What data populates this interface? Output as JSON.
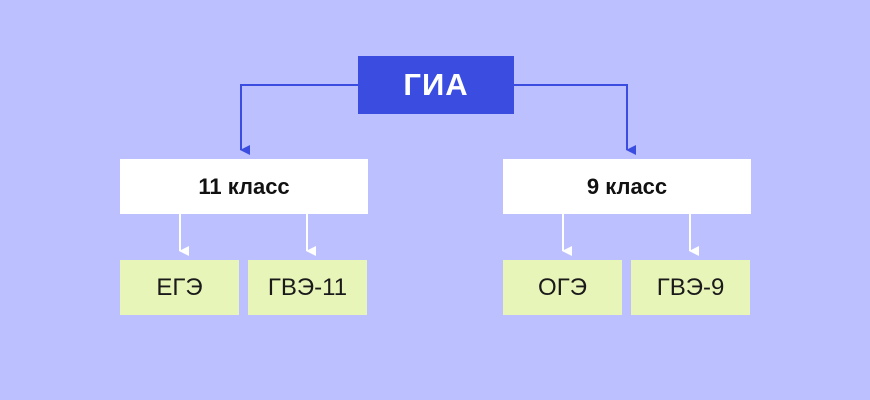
{
  "root": {
    "label": "ГИА"
  },
  "branches": [
    {
      "label": "11 класс",
      "exams": [
        {
          "label": "ЕГЭ"
        },
        {
          "label": "ГВЭ-11"
        }
      ]
    },
    {
      "label": "9 класс",
      "exams": [
        {
          "label": "ОГЭ"
        },
        {
          "label": "ГВЭ-9"
        }
      ]
    }
  ],
  "colors": {
    "background": "#bcc0ff",
    "root_fill": "#3b4de0",
    "root_text": "#ffffff",
    "level_fill": "#ffffff",
    "leaf_fill": "#e8f5b9",
    "primary_connector": "#3b4de0",
    "secondary_connector": "#ffffff"
  }
}
